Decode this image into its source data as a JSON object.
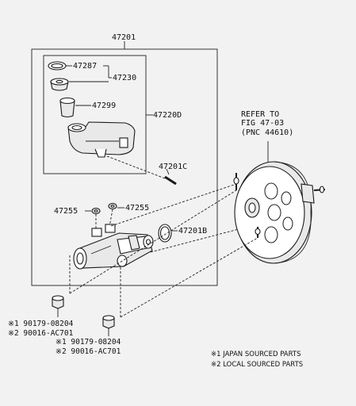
{
  "labels": {
    "assembly": "47201",
    "gasket_a": "47287",
    "cap": "47230",
    "strainer": "47299",
    "reservoir": "47220D",
    "pin": "47201C",
    "grommet_left": "47255",
    "grommet_right": "47255",
    "oring": "47201B"
  },
  "refer": {
    "line1": "REFER TO",
    "line2": "FIG 47-03",
    "line3": "(PNC 44610)"
  },
  "nuts": {
    "upper": {
      "line1": "※1 90179-08204",
      "line2": "※2 90016-AC701"
    },
    "lower": {
      "line1": "※1 90179-08204",
      "line2": "※2 90016-AC701"
    }
  },
  "legend": {
    "line1": "※1  JAPAN SOURCED PARTS",
    "line2": "※2  LOCAL SOURCED PARTS"
  }
}
